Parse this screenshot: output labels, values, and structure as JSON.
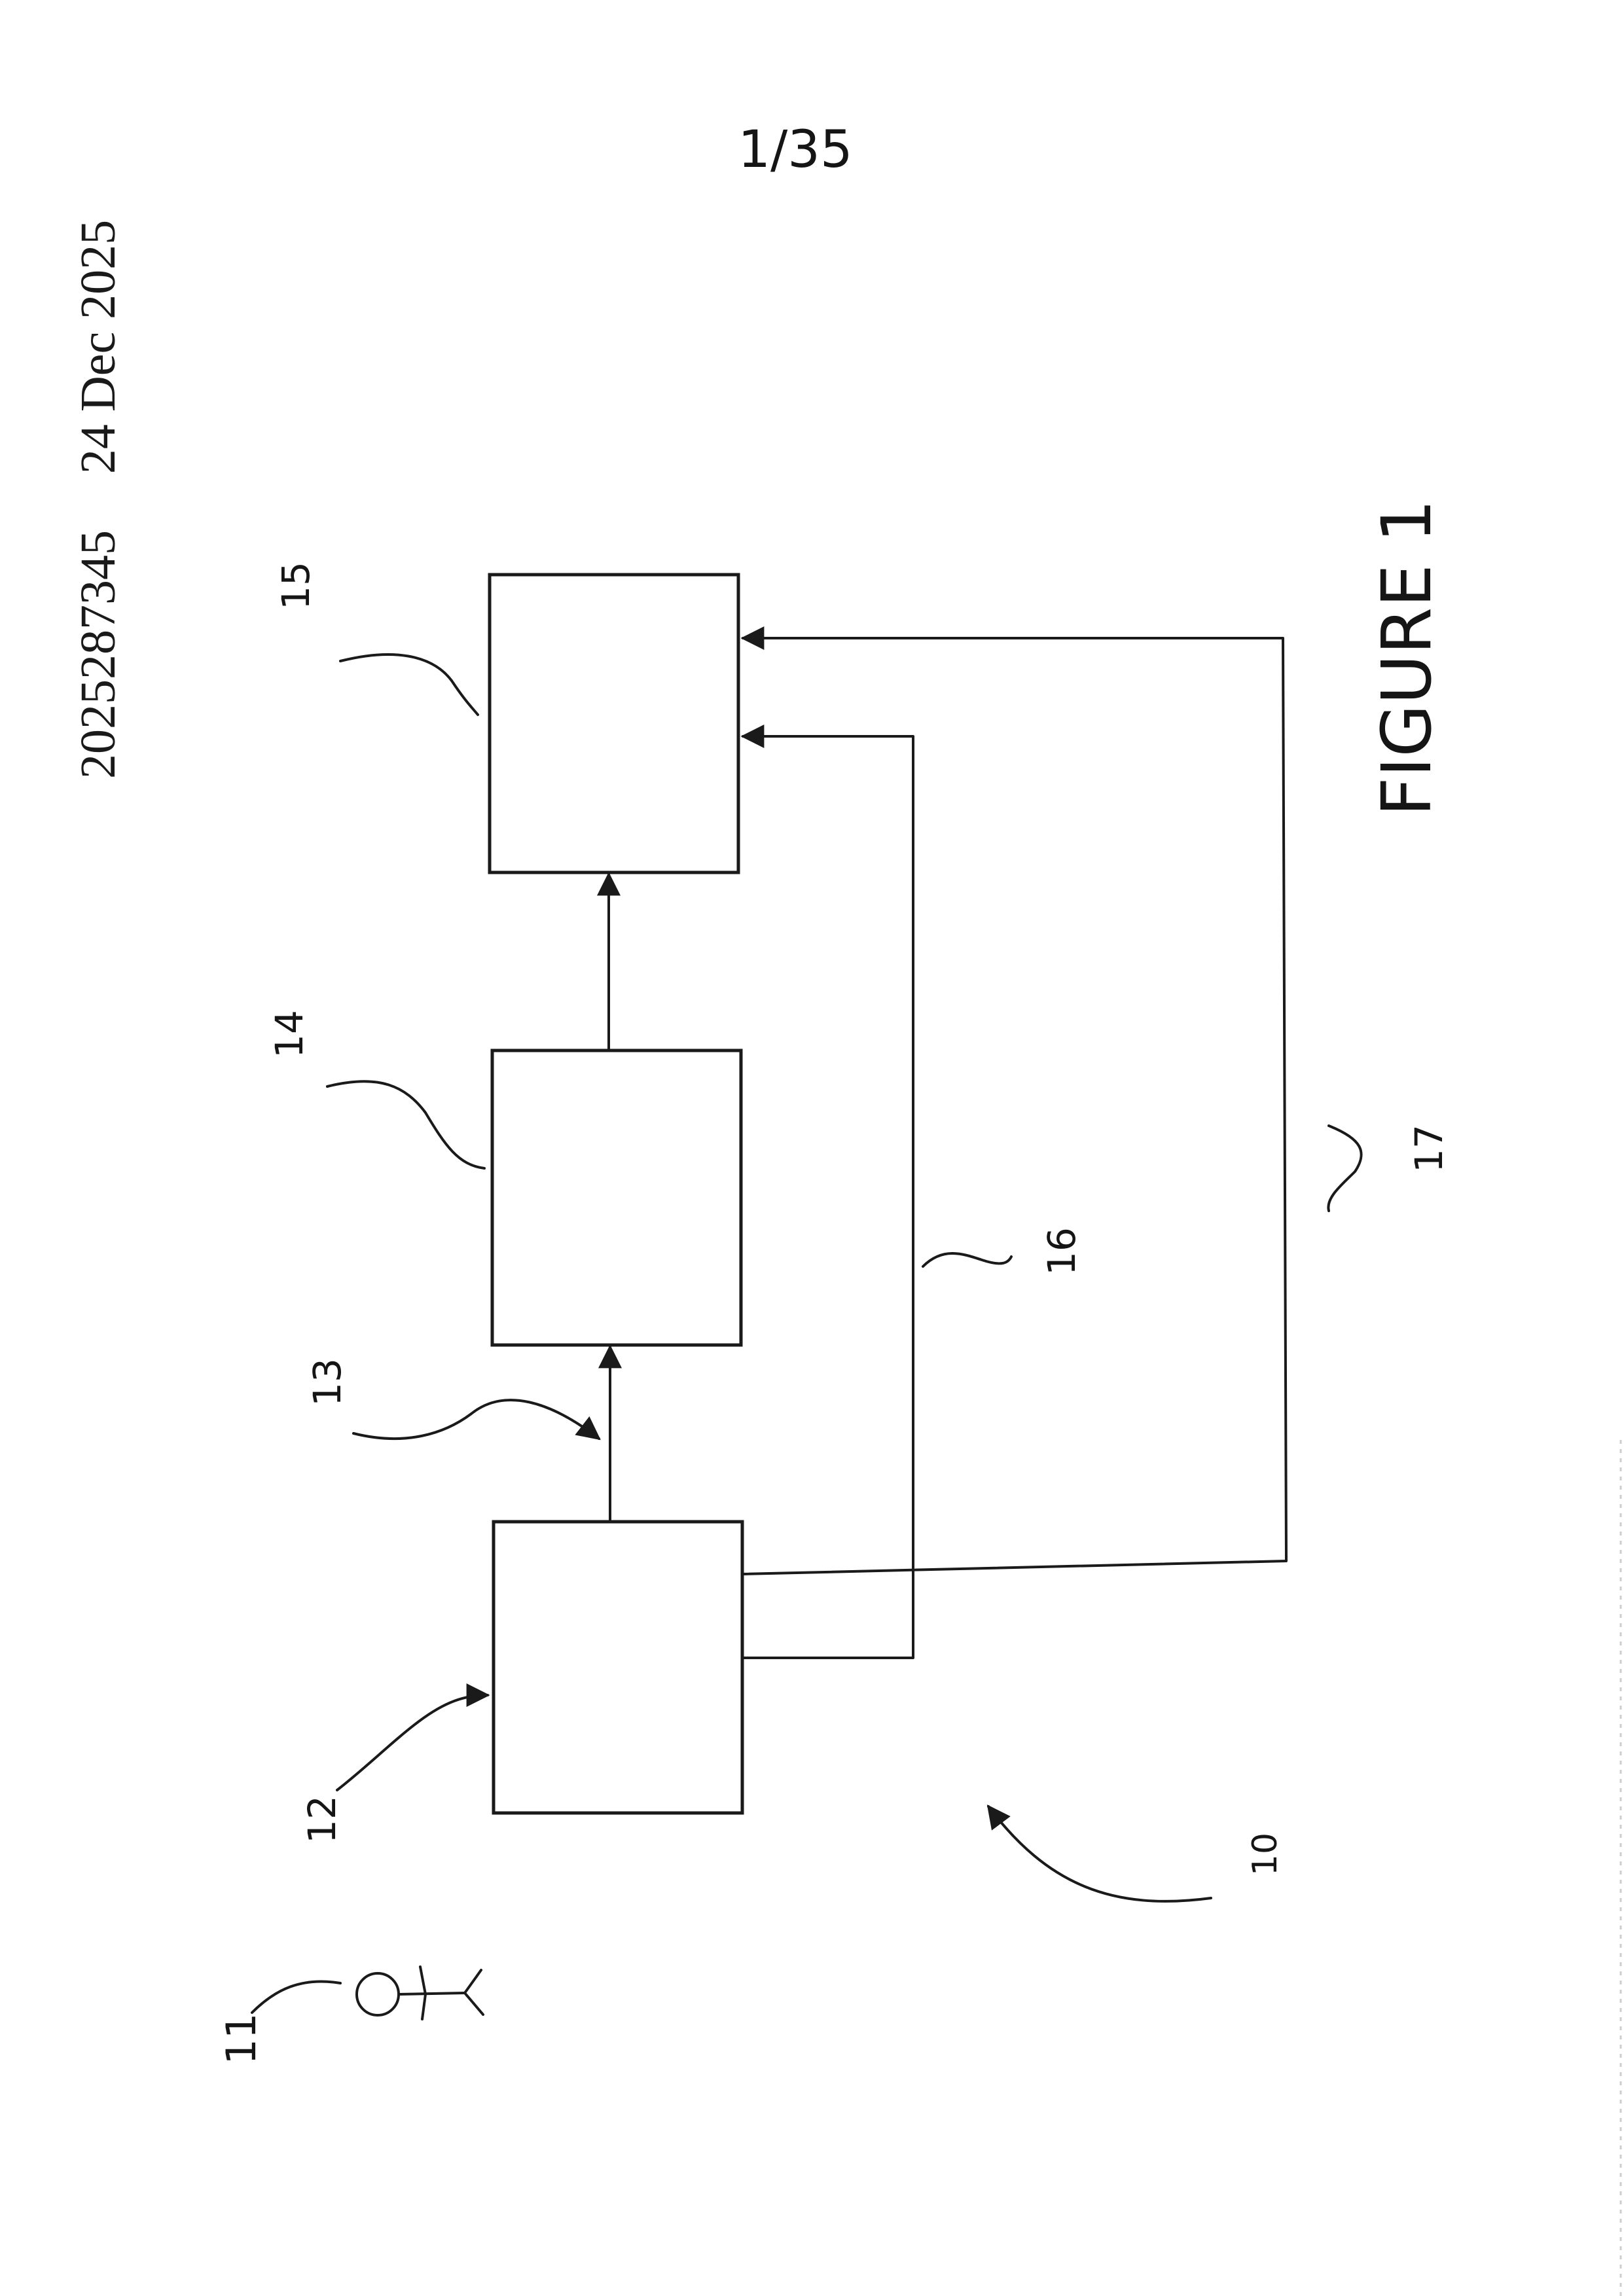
{
  "header": {
    "document_number": "2025287345",
    "date": "24 Dec 2025"
  },
  "sheet_number": "1/35",
  "figure": {
    "caption": "FIGURE 1",
    "reference_labels": {
      "system": "10",
      "user": "11",
      "block_input": "12",
      "link_12_14": "13",
      "block_middle": "14",
      "block_output": "15",
      "feedback_inner": "16",
      "feedback_outer": "17"
    }
  },
  "colors": {
    "ink": "#1a1a1a",
    "paper": "#ffffff"
  }
}
